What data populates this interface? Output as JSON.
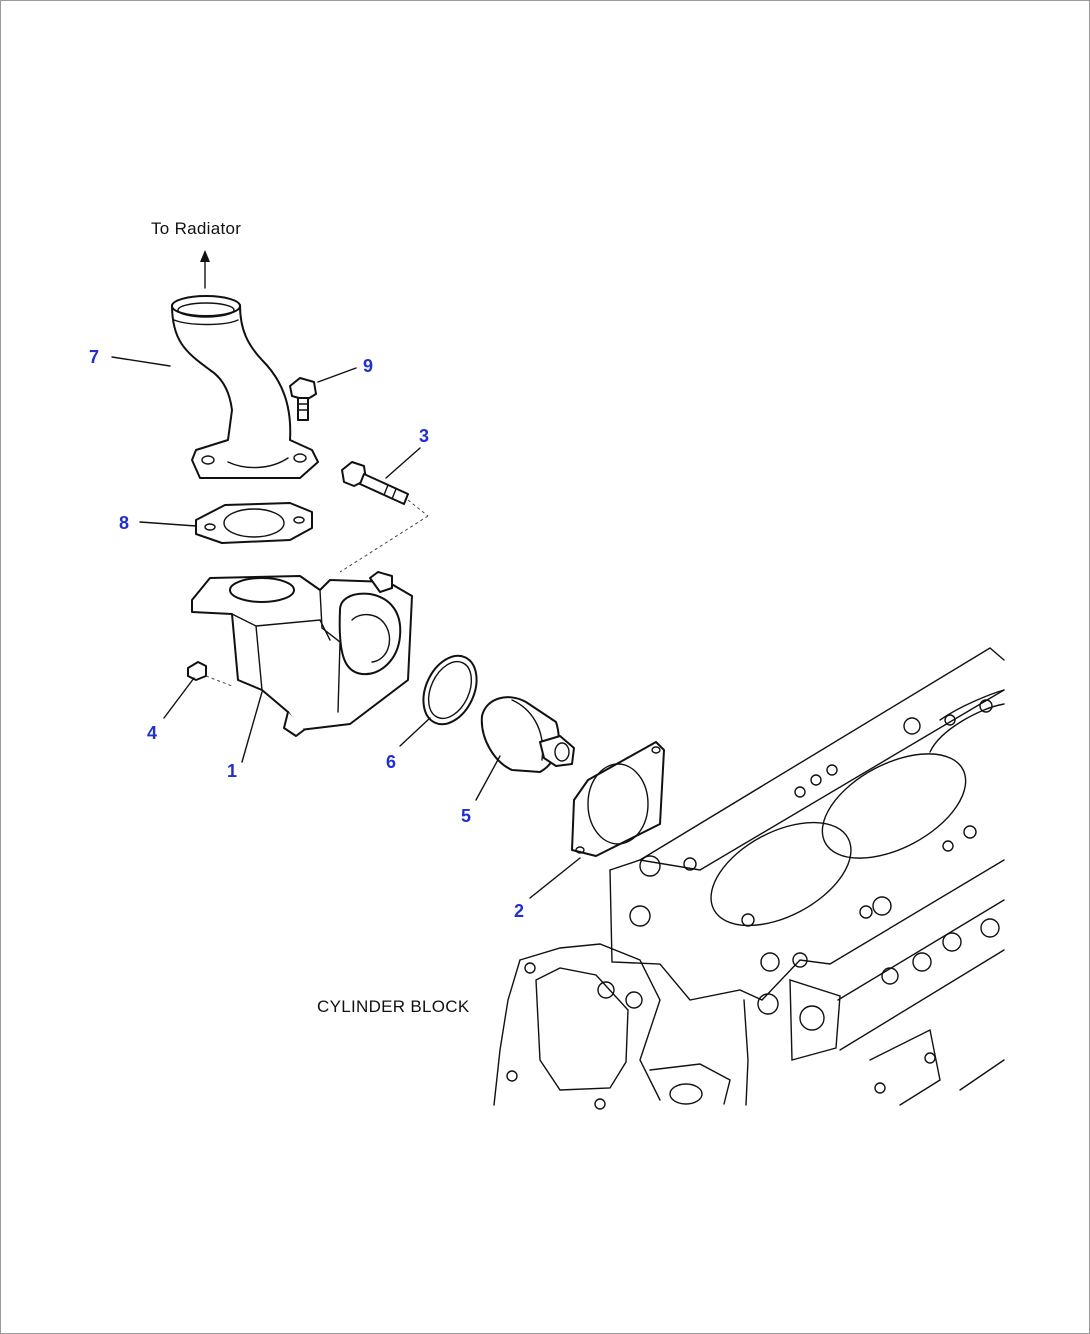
{
  "annotations": {
    "to_radiator": "To Radiator",
    "cylinder_block": "CYLINDER BLOCK"
  },
  "parts": [
    {
      "id": "1"
    },
    {
      "id": "2"
    },
    {
      "id": "3"
    },
    {
      "id": "4"
    },
    {
      "id": "5"
    },
    {
      "id": "6"
    },
    {
      "id": "7"
    },
    {
      "id": "8"
    },
    {
      "id": "9"
    }
  ],
  "colors": {
    "callout": "#1f2fd0",
    "line": "#111111",
    "border": "#9a9a9a"
  }
}
